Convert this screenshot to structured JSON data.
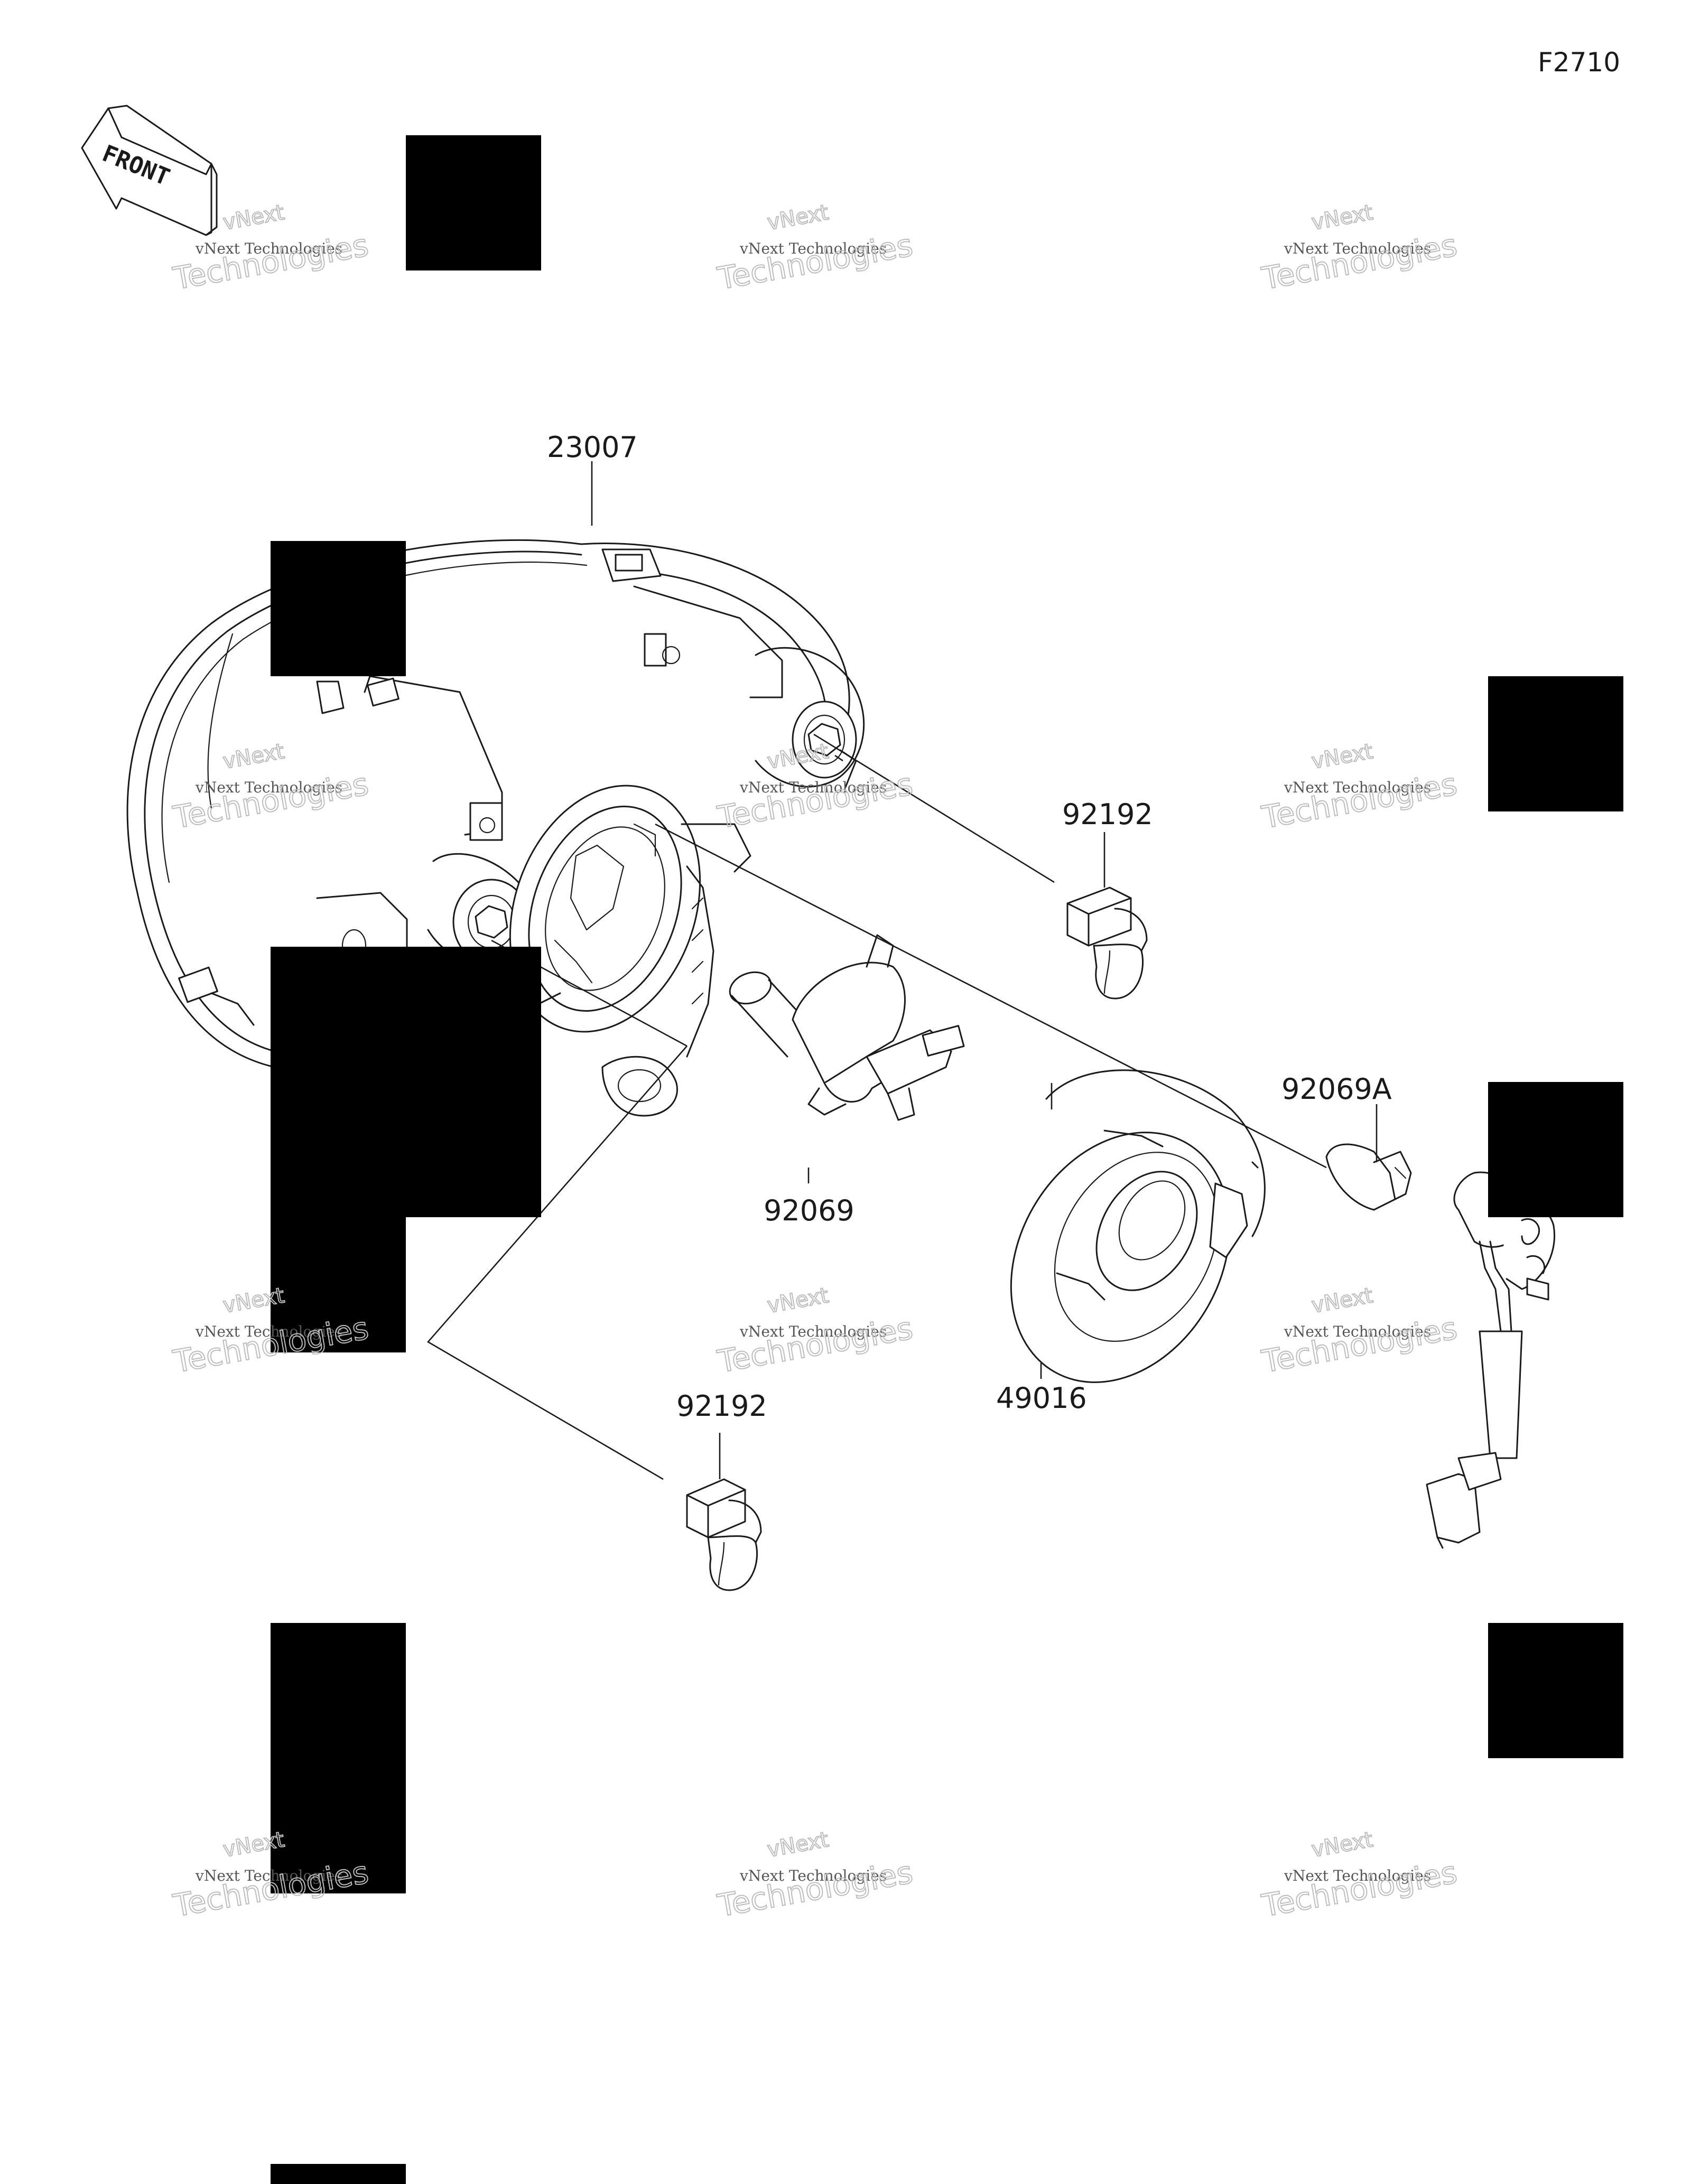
{
  "figure_code": "F2710",
  "front_arrow": {
    "label": "FRONT"
  },
  "parts": [
    {
      "id": "headlight-assembly",
      "number": "23007"
    },
    {
      "id": "socket-upper",
      "number": "92192"
    },
    {
      "id": "bulb-main",
      "number": "92069"
    },
    {
      "id": "bulb-position",
      "number": "92069A"
    },
    {
      "id": "cap",
      "number": "49016"
    },
    {
      "id": "socket-lower",
      "number": "92192"
    }
  ],
  "watermark": {
    "top_line": "vNext",
    "mid_line": "vNext Technologies",
    "bottom_line": "Technologies"
  },
  "colors": {
    "line": "#1a1a1a",
    "background": "#ffffff",
    "redaction": "#000000",
    "watermark": "#bdbdbd"
  }
}
